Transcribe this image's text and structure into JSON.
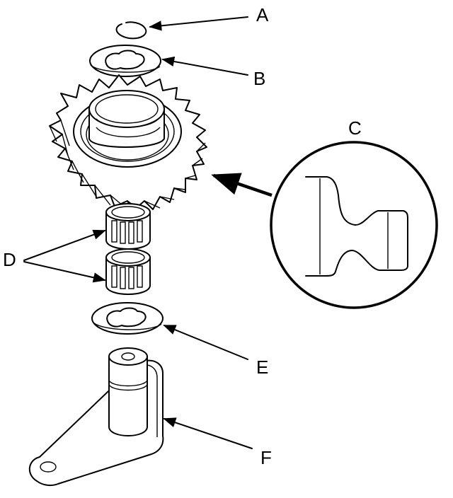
{
  "figure": {
    "labels": {
      "A": "A",
      "B": "B",
      "C": "C",
      "D": "D",
      "E": "E",
      "F": "F"
    }
  }
}
